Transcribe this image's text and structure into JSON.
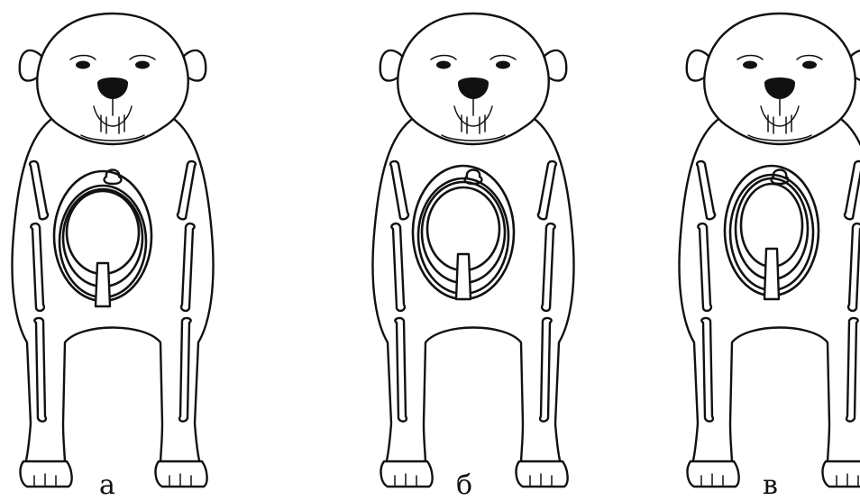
{
  "figure": {
    "panels": [
      {
        "id": "a",
        "label": "а",
        "chest": "narrow"
      },
      {
        "id": "b",
        "label": "б",
        "chest": "medium"
      },
      {
        "id": "c",
        "label": "в",
        "chest": "deep"
      }
    ]
  }
}
